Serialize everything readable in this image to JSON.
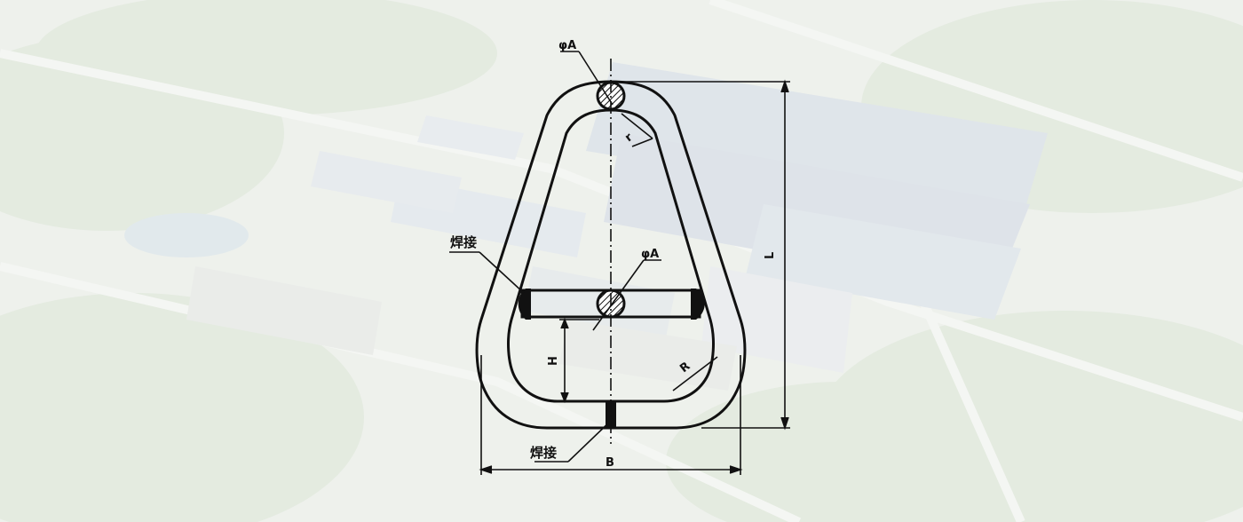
{
  "drawing": {
    "labels": {
      "diameter_top": "φA",
      "radius_small": "r",
      "weld_left": "焊接",
      "diameter_mid": "φA",
      "dim_length": "L",
      "dim_height": "H",
      "radius_large": "R",
      "weld_bottom": "焊接",
      "dim_width": "B"
    }
  },
  "background": {
    "description_color": "#e9ede8",
    "roof_color": "#d6dde4",
    "vegetation_color": "#d8e2d2"
  }
}
